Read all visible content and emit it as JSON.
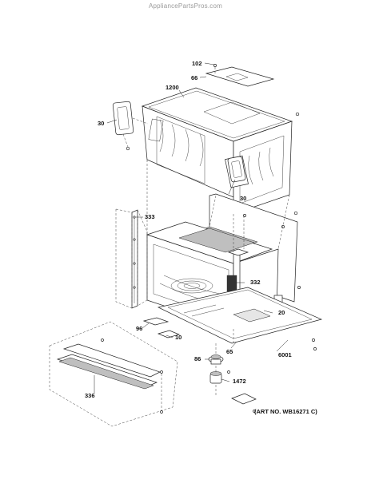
{
  "watermark": "AppliancePartsPros.com",
  "art_number": "(ART NO. WB16271 C)",
  "callouts": {
    "c102": "102",
    "c66": "66",
    "c1200": "1200",
    "c30_left": "30",
    "c30_right": "30",
    "c333": "333",
    "c332": "332",
    "c20": "20",
    "c96": "96",
    "c10": "10",
    "c65": "65",
    "c6001": "6001",
    "c86": "86",
    "c1472": "1472",
    "c336": "336"
  }
}
